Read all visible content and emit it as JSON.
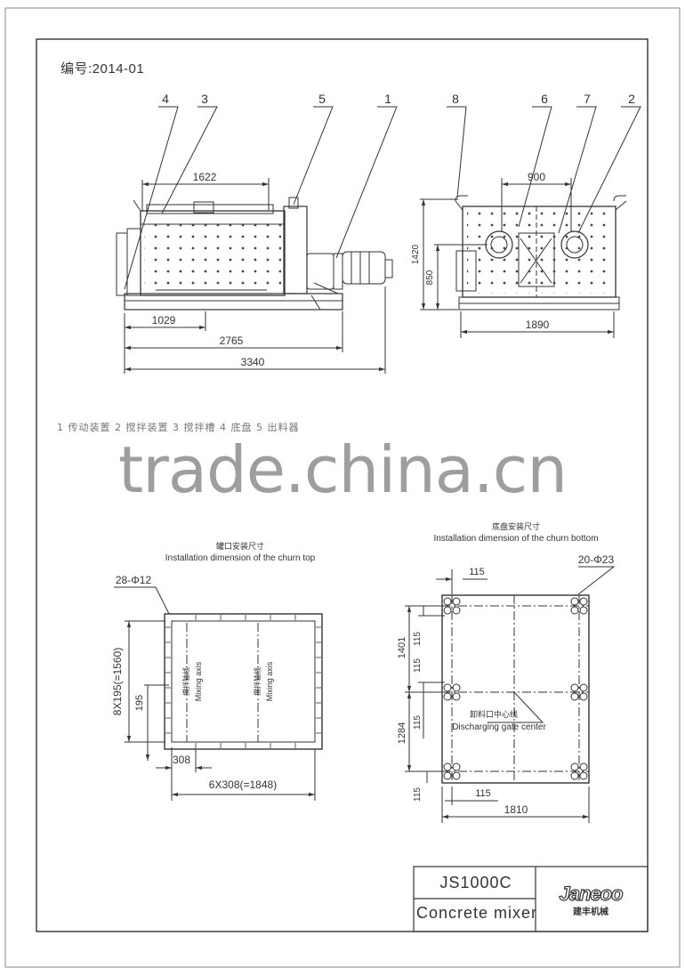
{
  "sheet": {
    "drawing_number": "编号:2014-01",
    "parts_list_partial": "1 传动装置   2 搅拌装置   3 搅拌槽   4 底盘   5 出料器"
  },
  "front_view": {
    "callouts": [
      "4",
      "3",
      "5",
      "1"
    ],
    "dimensions": [
      "1622",
      "1029",
      "2765",
      "3340"
    ]
  },
  "side_view": {
    "callouts": [
      "8",
      "6",
      "7",
      "2"
    ],
    "dimensions": [
      "900",
      "1420",
      "850",
      "1890"
    ]
  },
  "top_install": {
    "title_cn": "罐口安装尺寸",
    "title_en": "Installation dimension of the churn top",
    "hole_spec": "28-Φ12",
    "dimensions": [
      "8X195(=1560)",
      "195",
      "308",
      "6X308(=1848)"
    ],
    "axis_labels": [
      {
        "cn": "搅拌轴线",
        "en": "Mixing axis"
      },
      {
        "cn": "搅拌轴线",
        "en": "Mixing axis"
      }
    ]
  },
  "bottom_install": {
    "title_cn": "底盘安装尺寸",
    "title_en": "Installation dimension of the churn bottom",
    "hole_spec": "20-Φ23",
    "center_label_cn": "卸料口中心线",
    "center_label_en": "Discharging gate center",
    "dimensions": [
      "115",
      "1401",
      "115",
      "115",
      "115",
      "1284",
      "115",
      "115",
      "1810"
    ]
  },
  "title_block": {
    "model": "JS1000C",
    "name": "Concrete mixer",
    "logo_text": "Janeoo",
    "logo_sub": "建丰机械"
  },
  "watermark": "trade.china.cn"
}
